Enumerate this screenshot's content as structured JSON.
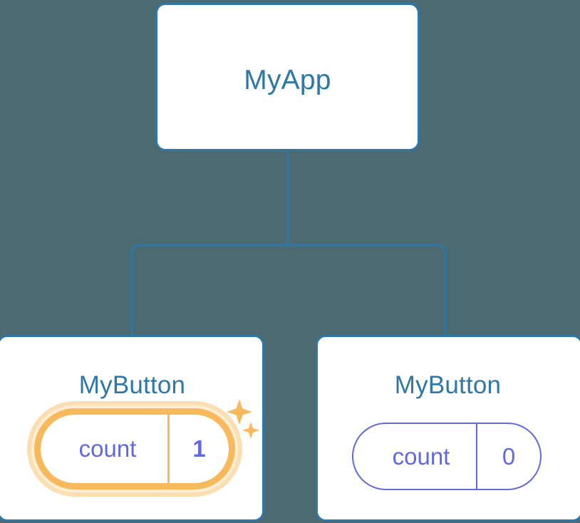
{
  "diagram": {
    "type": "component-tree",
    "background_color": "#4c6a72",
    "node_border_color": "#2e77a6",
    "node_title_color": "#2e77a6",
    "state_text_color": "#6168e0",
    "highlight_color": "#f7b95c",
    "highlight_glow_color": "#fbdfb2",
    "connector_color": "#2e77a6"
  },
  "root": {
    "title": "MyApp"
  },
  "children": [
    {
      "title": "MyButton",
      "state": {
        "name": "count",
        "value": "1"
      },
      "highlighted": true,
      "sparkle_icons": [
        "sparkle-large-icon",
        "sparkle-small-icon"
      ]
    },
    {
      "title": "MyButton",
      "state": {
        "name": "count",
        "value": "0"
      },
      "highlighted": false
    }
  ]
}
